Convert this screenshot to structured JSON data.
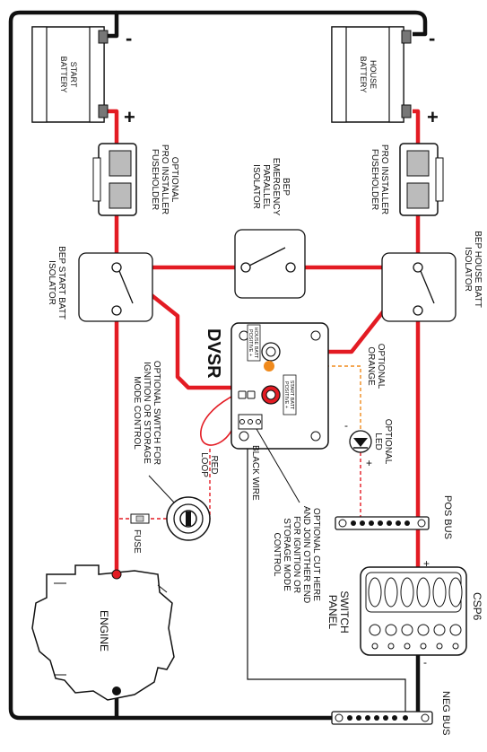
{
  "diagram": {
    "start_battery": "START\nBATTERY",
    "house_battery": "HOUSE\nBATTERY",
    "minus": "-",
    "plus": "+",
    "optional_pro_fuseholder": "OPTIONAL\nPRO INSTALLER\nFUSEHOLDER",
    "pro_fuseholder": "PRO INSTALLER\nFUSEHOLDER",
    "bep_emergency": "BEP\nEMERGENCY\nPARALLEL\nISOLATOR",
    "bep_start_isolator": "BEP START BATT\nISOLATOR",
    "bep_house_isolator": "BEP HOUSE BATT\nISOLATOR",
    "dvsr": "DVSR",
    "house_batt_positive": "HOUSE BATT\nPOSITIVE +",
    "start_batt_positive": "START BATT\nPOSITIVE +",
    "optional_orange": "OPTIONAL\nORANGE",
    "optional_led": "OPTIONAL\nLED",
    "led_minus": "-",
    "led_plus": "+",
    "optional_switch": "OPTIONAL SWITCH FOR\nIGNITION OR STORAGE\nMODE CONTROL",
    "red_loop": "RED\nLOOP",
    "black_wire": "BLACK WIRE",
    "optional_cut": "OPTIONAL CUT HERE\nAND JOIN OTHER END\nFOR IGNITION OR\nSTORAGE MODE\nCONTROL",
    "fuse": "FUSE",
    "pos_bus": "POS BUS",
    "engine": "ENGINE",
    "switch_panel": "SWITCH\nPANEL",
    "csp6": "CSP6",
    "neg_bus": "NEG BUS",
    "panel_plus": "+",
    "panel_minus": "-"
  },
  "colors": {
    "positive_wire": "#e31b23",
    "negative_wire": "#111111",
    "led_wire": "#f08a1c",
    "led_dot": "#f08a1c"
  }
}
